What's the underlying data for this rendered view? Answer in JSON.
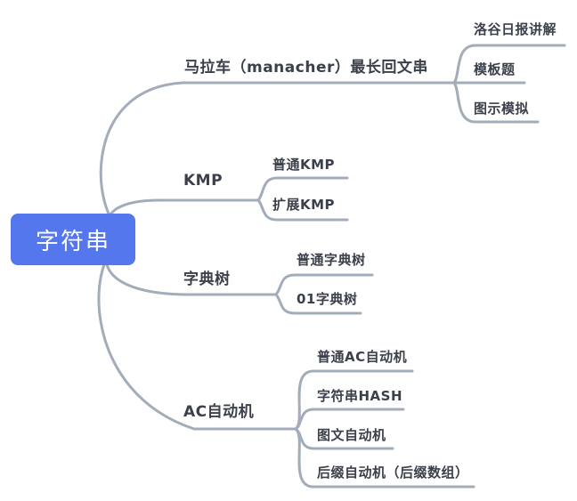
{
  "mindmap": {
    "root": {
      "label": "字符串"
    },
    "branches": [
      {
        "label": "马拉车（manacher）最长回文串",
        "children": [
          {
            "label": "洛谷日报讲解"
          },
          {
            "label": "模板题"
          },
          {
            "label": "图示模拟"
          }
        ]
      },
      {
        "label": "KMP",
        "children": [
          {
            "label": "普通KMP"
          },
          {
            "label": "扩展KMP"
          }
        ]
      },
      {
        "label": "字典树",
        "children": [
          {
            "label": "普通字典树"
          },
          {
            "label": "01字典树"
          }
        ]
      },
      {
        "label": "AC自动机",
        "children": [
          {
            "label": "普通AC自动机"
          },
          {
            "label": "字符串HASH"
          },
          {
            "label": "图文自动机"
          },
          {
            "label": "后缀自动机（后缀数组）"
          }
        ]
      }
    ],
    "colors": {
      "background": "#ffffff",
      "root_bg": "#5577EE",
      "root_text": "#ffffff",
      "line": "#A3ACB9",
      "label_text": "#3B404B"
    }
  }
}
